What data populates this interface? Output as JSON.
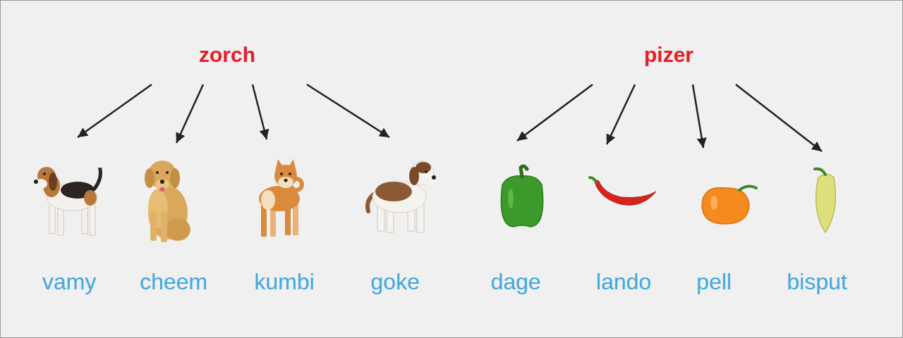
{
  "diagram": {
    "nodes": [
      {
        "text": [
          "zorch"
        ]
      },
      {
        "text": [
          "pizer"
        ]
      },
      {
        "text": [
          "vamy"
        ]
      },
      {
        "text": [
          "cheem"
        ]
      },
      {
        "text": [
          "kumbi"
        ]
      },
      {
        "text": [
          "goke"
        ]
      },
      {
        "text": [
          "dage"
        ]
      },
      {
        "text": [
          "lando"
        ]
      },
      {
        "text": [
          "pell"
        ]
      },
      {
        "text": [
          "bisput"
        ]
      }
    ],
    "edges": [
      {
        "from": 0,
        "to": 2,
        "arrow": "to"
      },
      {
        "from": 0,
        "to": 3,
        "arrow": "to"
      },
      {
        "from": 0,
        "to": 4,
        "arrow": "to"
      },
      {
        "from": 0,
        "to": 5,
        "arrow": "to"
      },
      {
        "from": 1,
        "to": 6,
        "arrow": "to"
      },
      {
        "from": 1,
        "to": 7,
        "arrow": "to"
      },
      {
        "from": 1,
        "to": 8,
        "arrow": "to"
      },
      {
        "from": 1,
        "to": 9,
        "arrow": "to"
      }
    ]
  }
}
